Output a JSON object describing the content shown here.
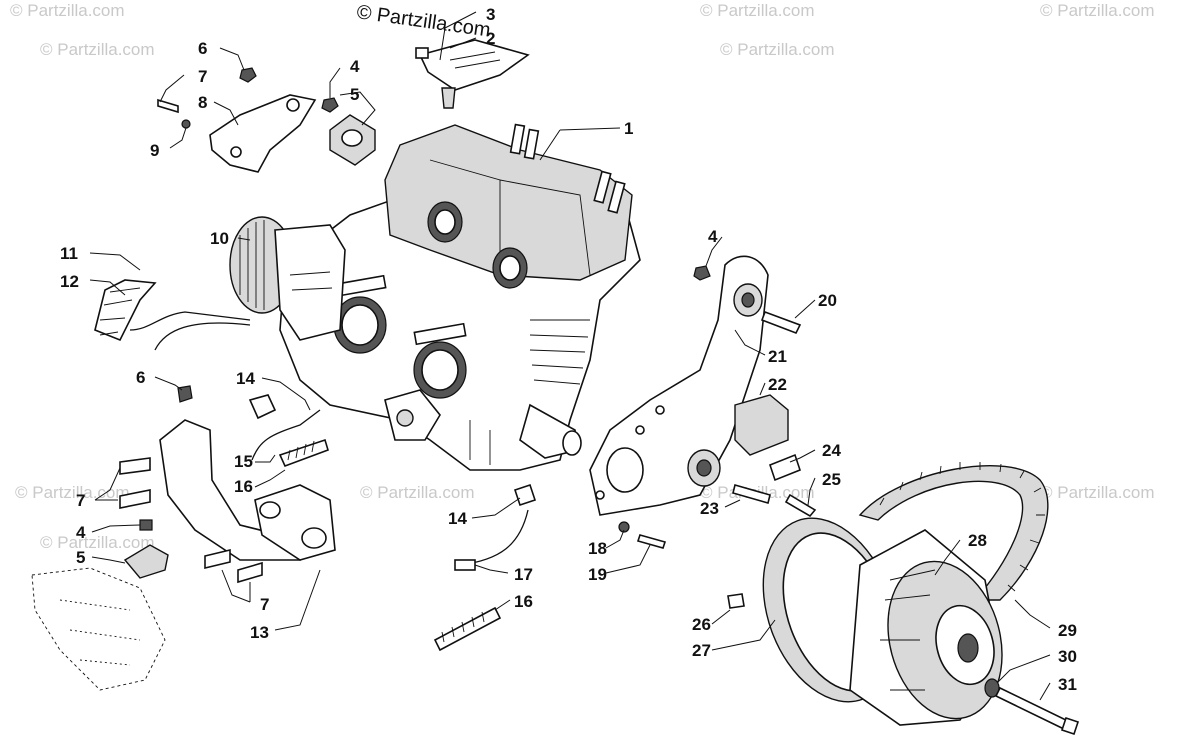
{
  "watermark": {
    "brand": "© Partzilla.com",
    "faint": "© Partzilla.com"
  },
  "callouts": {
    "c1": "1",
    "c2": "2",
    "c3": "3",
    "c4a": "4",
    "c4b": "4",
    "c4c": "4",
    "c5a": "5",
    "c5b": "5",
    "c6a": "6",
    "c6b": "6",
    "c7a": "7",
    "c7b": "7",
    "c7c": "7",
    "c8": "8",
    "c9": "9",
    "c10": "10",
    "c11": "11",
    "c12": "12",
    "c13": "13",
    "c14a": "14",
    "c14b": "14",
    "c15": "15",
    "c16a": "16",
    "c16b": "16",
    "c17": "17",
    "c18": "18",
    "c19": "19",
    "c20": "20",
    "c21": "21",
    "c22": "22",
    "c23": "23",
    "c24": "24",
    "c25": "25",
    "c26": "26",
    "c27": "27",
    "c28": "28",
    "c29": "29",
    "c30": "30",
    "c31": "31"
  }
}
